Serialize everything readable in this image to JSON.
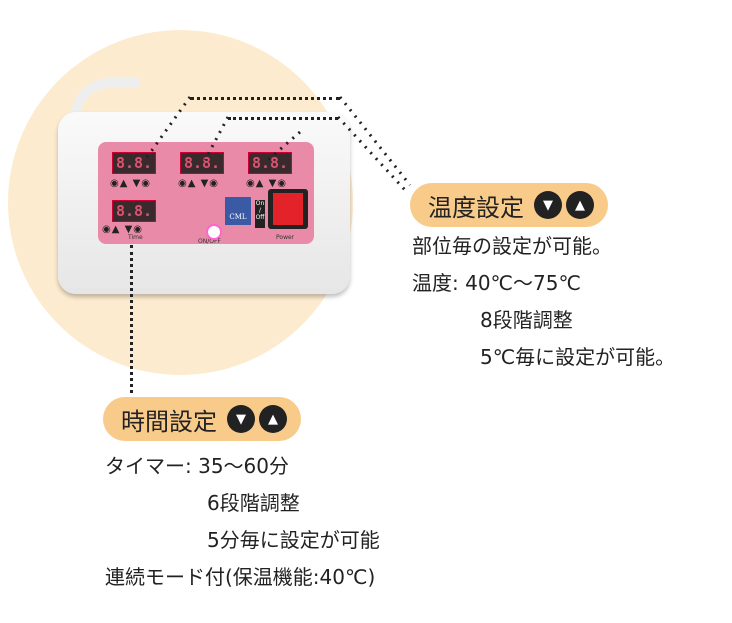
{
  "device": {
    "displays": [
      "8.8.",
      "8.8.",
      "8.8.",
      "8.8."
    ],
    "time_label": "Time",
    "onoff_label": "ON/OFF",
    "logo": "CML",
    "on_off_switch": "On / Off",
    "power_label": "Power"
  },
  "temperature": {
    "title": "温度設定",
    "lines": [
      "部位毎の設定が可能。",
      "温度:",
      "40℃〜75℃",
      "8段階調整",
      "5℃毎に設定が可能。"
    ]
  },
  "timer": {
    "title": "時間設定",
    "lines": [
      "タイマー:",
      "35〜60分",
      "6段階調整",
      "5分毎に設定が可能",
      "連続モード付(保温機能:40℃)"
    ]
  },
  "icons": {
    "down": "▼",
    "up": "▲"
  }
}
